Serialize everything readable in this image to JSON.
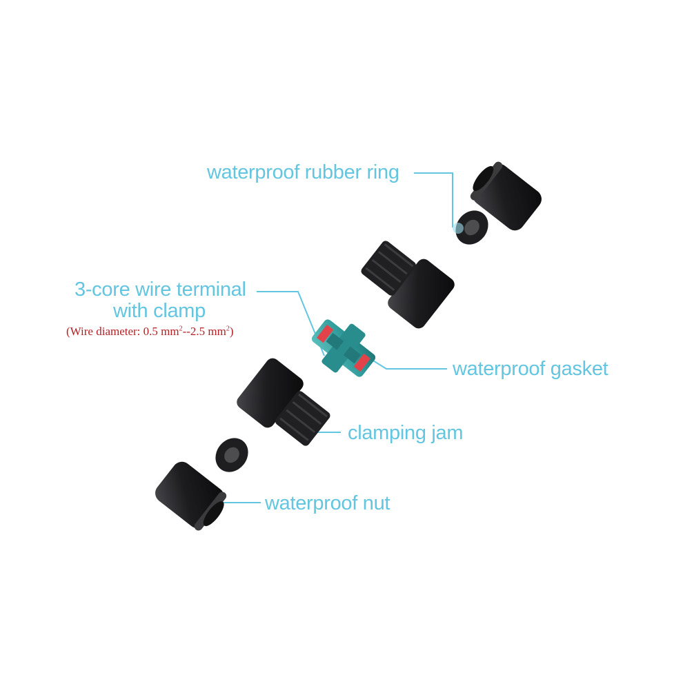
{
  "labels": {
    "rubber_ring": "waterproof rubber ring",
    "terminal_line1": "3-core wire terminal",
    "terminal_line2": "with clamp",
    "wire_diameter_open": "(",
    "wire_diameter_text": "Wire diameter: 0.5 mm",
    "wire_diameter_sup1": "2",
    "wire_diameter_mid": "--2.5 mm",
    "wire_diameter_sup2": "2",
    "wire_diameter_close": ")",
    "gasket": "waterproof gasket",
    "clamping_jam": "clamping jam",
    "nut": "waterproof nut"
  },
  "colors": {
    "label_text": "#63c5e0",
    "leader_line": "#63c5e0",
    "note_text": "#b32025",
    "part_body": "#1d1d1f",
    "terminal_body": "#3aa4a4",
    "terminal_tab": "#e2434b"
  }
}
